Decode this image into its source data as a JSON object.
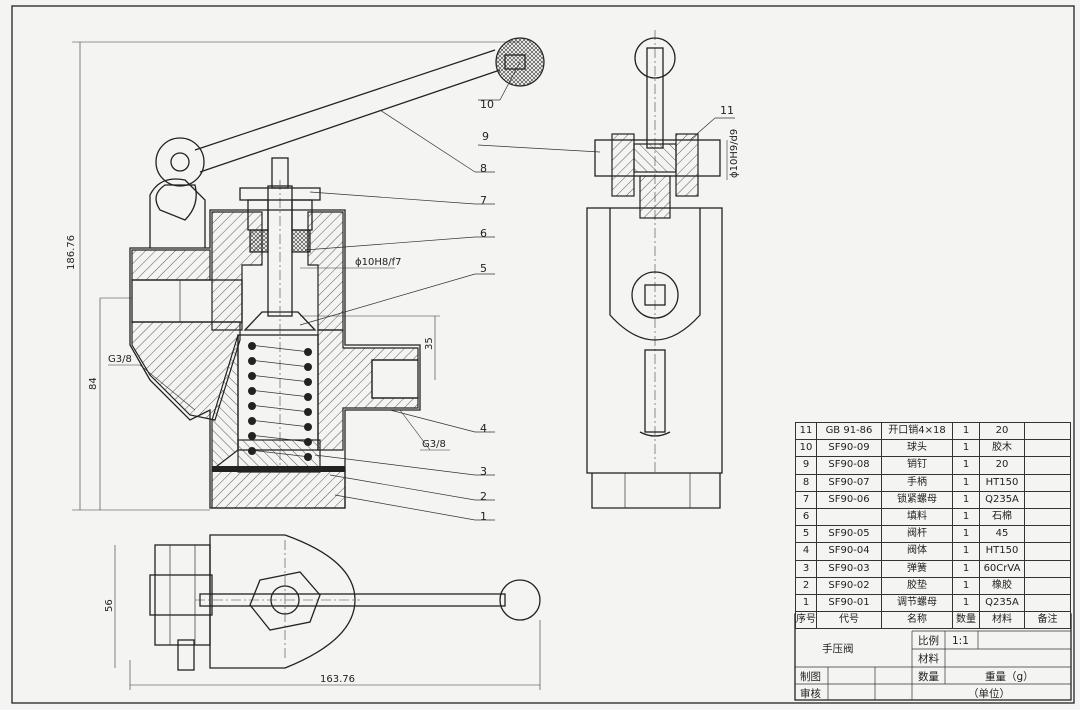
{
  "title_block": {
    "title": "手压阀",
    "scale_label": "比例",
    "scale_value": "1:1",
    "material_label": "材料",
    "quantity_label": "数量",
    "weight_label": "重量（g）",
    "drawn_label": "制图",
    "checked_label": "审核",
    "unit_label": "（单位）"
  },
  "bom": {
    "headers": [
      "序号",
      "代号",
      "名称",
      "数量",
      "材料",
      "备注"
    ],
    "rows": [
      {
        "no": "11",
        "code": "GB 91-86",
        "name": "开口销4×18",
        "qty": "1",
        "material": "20",
        "note": ""
      },
      {
        "no": "10",
        "code": "SF90-09",
        "name": "球头",
        "qty": "1",
        "material": "胶木",
        "note": ""
      },
      {
        "no": "9",
        "code": "SF90-08",
        "name": "销钉",
        "qty": "1",
        "material": "20",
        "note": ""
      },
      {
        "no": "8",
        "code": "SF90-07",
        "name": "手柄",
        "qty": "1",
        "material": "HT150",
        "note": ""
      },
      {
        "no": "7",
        "code": "SF90-06",
        "name": "锁紧螺母",
        "qty": "1",
        "material": "Q235A",
        "note": ""
      },
      {
        "no": "6",
        "code": "",
        "name": "填料",
        "qty": "1",
        "material": "石棉",
        "note": ""
      },
      {
        "no": "5",
        "code": "SF90-05",
        "name": "阀杆",
        "qty": "1",
        "material": "45",
        "note": ""
      },
      {
        "no": "4",
        "code": "SF90-04",
        "name": "阀体",
        "qty": "1",
        "material": "HT150",
        "note": ""
      },
      {
        "no": "3",
        "code": "SF90-03",
        "name": "弹簧",
        "qty": "1",
        "material": "60CrVA",
        "note": ""
      },
      {
        "no": "2",
        "code": "SF90-02",
        "name": "胶垫",
        "qty": "1",
        "material": "橡胶",
        "note": ""
      },
      {
        "no": "1",
        "code": "SF90-01",
        "name": "调节螺母",
        "qty": "1",
        "material": "Q235A",
        "note": ""
      }
    ]
  },
  "dimensions": {
    "overall_height": "186.76",
    "height_84": "84",
    "width_56": "56",
    "overall_width": "163.76",
    "dim_35": "35",
    "thread_left": "G3/8",
    "thread_right": "G3/8",
    "fit_stem": "ϕ10H8/f7",
    "fit_pin": "ϕ10H9/d9"
  },
  "balloons": {
    "b10": "10",
    "b8": "8",
    "b7": "7",
    "b6": "6",
    "b5": "5",
    "b4": "4",
    "b3": "3",
    "b2": "2",
    "b1": "1",
    "b9": "9",
    "b11": "11"
  }
}
